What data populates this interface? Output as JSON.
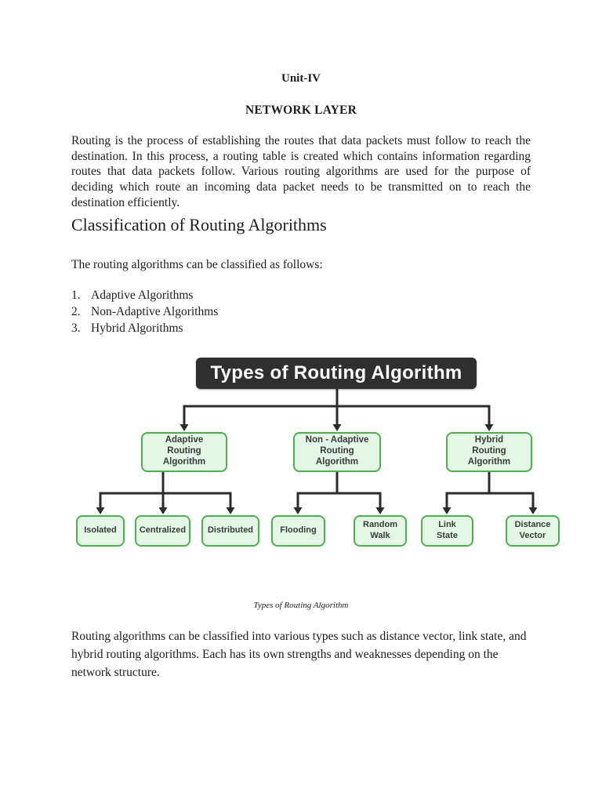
{
  "page": {
    "unit_title": "Unit-IV",
    "chapter_title": "NETWORK LAYER",
    "intro_paragraph": "Routing is the process of establishing the routes that data packets must follow to reach the destination. In this process, a routing table is created which contains information regarding routes that data packets follow. Various routing algorithms are used for the purpose of deciding which route an incoming data packet needs to be transmitted on to reach the destination efficiently.",
    "section_heading": "Classification of Routing Algorithms",
    "list_intro": "The routing algorithms can be classified as follows:",
    "list_items": [
      {
        "num": "1.",
        "label": "Adaptive Algorithms"
      },
      {
        "num": "2.",
        "label": "Non-Adaptive Algorithms"
      },
      {
        "num": "3.",
        "label": "Hybrid Algorithms"
      }
    ],
    "figure_caption": "Types of Routing Algorithm",
    "closing_paragraph": "Routing algorithms can be classified into various types such as distance vector, link state, and hybrid routing algorithms. Each has its own strengths and weaknesses depending on the network structure."
  },
  "diagram": {
    "title": "Types of Routing Algorithm",
    "root_children": [
      {
        "label": "Adaptive\nRouting\nAlgorithm",
        "children": [
          "Isolated",
          "Centralized",
          "Distributed"
        ]
      },
      {
        "label": "Non - Adaptive\nRouting\nAlgorithm",
        "children": [
          "Flooding",
          "Random\nWalk"
        ]
      },
      {
        "label": "Hybrid\nRouting\nAlgorithm",
        "children": [
          "Link\nState",
          "Distance\nVector"
        ]
      }
    ],
    "colors": {
      "title_bg": "#2f2f2f",
      "title_text": "#ffffff",
      "box_fill": "#e4f7e6",
      "box_border": "#4caf50",
      "connector": "#2b2b2b"
    }
  }
}
